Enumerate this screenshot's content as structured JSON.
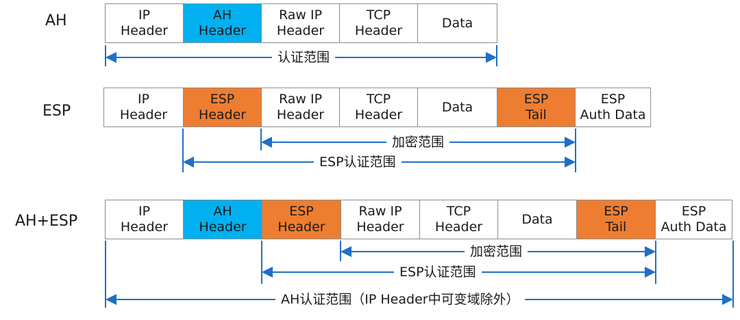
{
  "rows": {
    "ah": {
      "label": "AH",
      "cells": [
        "IP\nHeader",
        "AH\nHeader",
        "Raw IP\nHeader",
        "TCP\nHeader",
        "Data"
      ],
      "spans": [
        "认证范围"
      ]
    },
    "esp": {
      "label": "ESP",
      "cells": [
        "IP\nHeader",
        "ESP\nHeader",
        "Raw IP\nHeader",
        "TCP\nHeader",
        "Data",
        "ESP\nTail",
        "ESP\nAuth Data"
      ],
      "spans": [
        "加密范围",
        "ESP认证范围"
      ]
    },
    "ahesp": {
      "label": "AH+ESP",
      "cells": [
        "IP\nHeader",
        "AH\nHeader",
        "ESP\nHeader",
        "Raw IP\nHeader",
        "TCP\nHeader",
        "Data",
        "ESP\nTail",
        "ESP\nAuth Data"
      ],
      "spans": [
        "加密范围",
        "ESP认证范围",
        "AH认证范围（IP Header中可变域除外）"
      ]
    }
  },
  "colors": {
    "ah_header": "#00b0f0",
    "esp_header": "#ed7d31",
    "arrow": "#1f6fc5",
    "border": "#8c8c8c"
  }
}
